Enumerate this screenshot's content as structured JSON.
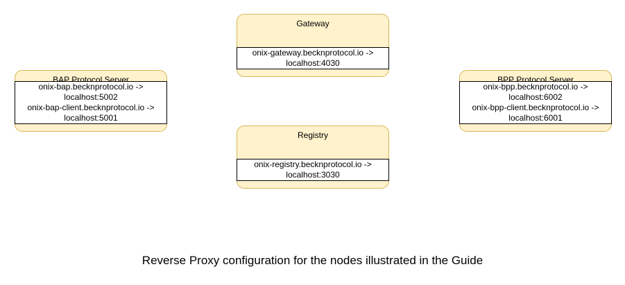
{
  "diagram": {
    "caption": "Reverse Proxy configuration for the nodes illustrated in the Guide",
    "colors": {
      "node_fill": "#FFF2CC",
      "node_border": "#D6B656",
      "mapping_fill": "#FFFFFF",
      "mapping_border": "#000000",
      "text_color": "#000000"
    },
    "nodes": [
      {
        "id": "gateway",
        "title": "Gateway",
        "lines": [
          "onix-gateway.becknprotocol.io ->",
          "localhost:4030"
        ]
      },
      {
        "id": "bap-protocol-server",
        "title": "BAP Protocol Server",
        "lines": [
          "onix-bap.becknprotocol.io ->",
          "localhost:5002",
          "onix-bap-client.becknprotocol.io ->",
          "localhost:5001"
        ]
      },
      {
        "id": "bpp-protocol-server",
        "title": "BPP Protocol Server",
        "lines": [
          "onix-bpp.becknprotocol.io ->",
          "localhost:6002",
          "onix-bpp-client.becknprotocol.io ->",
          "localhost:6001"
        ]
      },
      {
        "id": "registry",
        "title": "Registry",
        "lines": [
          "onix-registry.becknprotocol.io ->",
          "localhost:3030"
        ]
      }
    ]
  }
}
